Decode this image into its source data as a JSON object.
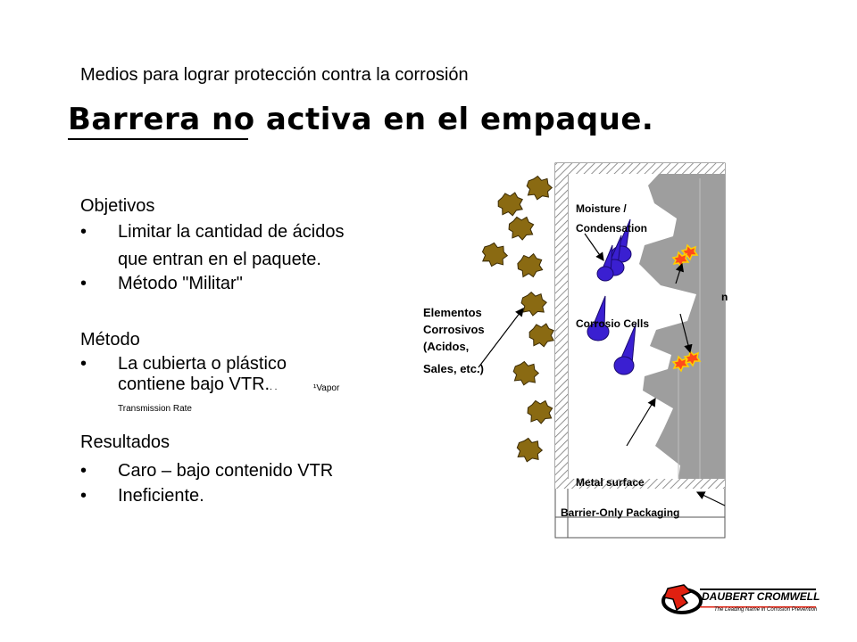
{
  "subtitle": "Medios para lograr protección contra la corrosión",
  "title": "Barrera no activa en el empaque.",
  "objectives": {
    "heading": "Objetivos",
    "bullet_char": "•",
    "items": [
      "Limitar la cantidad de ácidos",
      "que entran en el paquete.",
      "Método \"Militar\""
    ]
  },
  "method": {
    "heading": "Método",
    "bullet_char": "•",
    "line1": "La cubierta o plástico",
    "line2": "contiene bajo VTR.",
    "dots": ". .",
    "footnote_mark": "¹Vapor",
    "footnote_cont": "Transmission Rate"
  },
  "results": {
    "heading": "Resultados",
    "bullet_char": "•",
    "items": [
      "Caro – bajo contenido VTR",
      "Ineficiente."
    ]
  },
  "diagram": {
    "moisture_line1": "Moisture /",
    "moisture_line2": "Condensation",
    "corrosion_cells": "Corrosio Cells",
    "stray_letter": "n",
    "left_label": [
      "Elementos",
      "Corrosivos",
      "(Acidos,",
      "Sales,  etc.)"
    ],
    "metal_surface": "Metal surface",
    "caption": "Barrier-Only Packaging",
    "colors": {
      "metal": "#9e9e9e",
      "drop": "#3a1fd1",
      "agent": "#8a6a12",
      "spark": "#ff4a1a"
    }
  },
  "logo": {
    "brand": "DAUBERT CROMWELL",
    "tagline": "The Leading Name in Corrosion Prevention"
  }
}
